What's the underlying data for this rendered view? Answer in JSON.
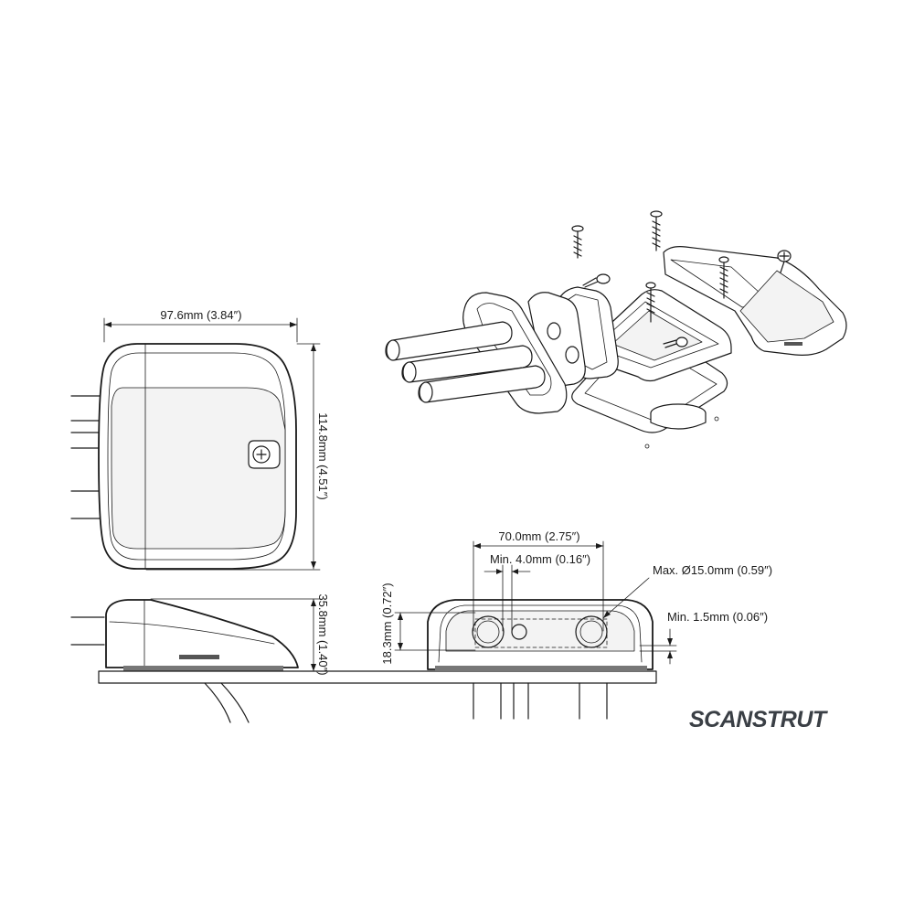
{
  "brand": {
    "logo_text": "SCANSTRUT",
    "logo_color": "#3a3f45"
  },
  "dimensions": {
    "width_top": "97.6mm (3.84″)",
    "height_top": "114.8mm (4.51″)",
    "height_side": "35.8mm (1.40″)",
    "cable_spacing": "70.0mm (2.75″)",
    "min_gap": "Min. 4.0mm (0.16″)",
    "max_cable": "Max. Ø15.0mm (0.59″)",
    "inner_height": "18.3mm (0.72″)",
    "min_clearance": "Min. 1.5mm (0.06″)"
  },
  "line_color": "#1a1a1a"
}
